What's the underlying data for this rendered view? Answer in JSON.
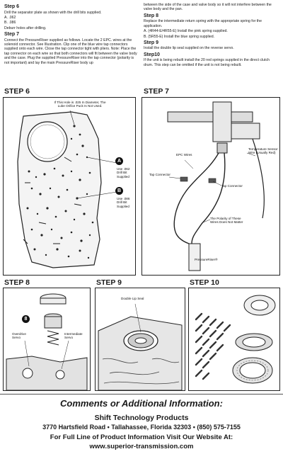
{
  "instructions": {
    "step6": {
      "heading": "Step 6",
      "text": "Drill the separator plate as shown with the drill bits supplied.",
      "options": [
        "A. .062",
        "B. .086"
      ],
      "note": "Deburr holes after drilling."
    },
    "step7": {
      "heading": "Step 7",
      "text": "Connect the PressureRiser supplied as follows. Locate the 2 EPC. wires at the solenoid connector. See Illustration. Clip one of the blue wire tap connectors supplied onto each wire. Close the tap connector tight with pliers. Note: Place the tap connector on each wire so that both connectors will fit between the valve body and the case. Plug the supplied PressureRiser into the tap connector (polarity is not important) and lay the main PressureRiser body up"
    },
    "continued": "between the side of the case and valve body so it will not interfere between the valve body and the pan.",
    "step8": {
      "heading": "Step 8",
      "text": "Replace the intermediate return spring with the appropriate spring for the application.",
      "options": [
        "A. (4R44-E/4R55-E) Install the pink spring supplied.",
        "B. (5R55-E) Install the blue spring supplied."
      ]
    },
    "step9": {
      "heading": "Step 9",
      "text": "Install the double lip seal supplied on the reverse servo."
    },
    "step10": {
      "heading": "Step10",
      "text": "If the unit is being rebuilt install the 20 red springs supplied in the direct clutch drum. This step can be omitted if the unit is not being rebuilt."
    }
  },
  "figures": {
    "step6": {
      "title": "STEP 6",
      "top_note": "If This Hole is .025 In Diameter, The Lube Orifice Puck Is Not Used.",
      "callout_a": "A",
      "label_a": "Use .062 Drill Bit Supplied",
      "callout_b": "B",
      "label_b": "Use .086 Drill Bit Supplied"
    },
    "step7": {
      "title": "STEP 7",
      "epc_wires": "EPC Wires",
      "temp_sensor": "Temperature Sensor Wire (Usually Red)",
      "tap_connector_left": "Tap Connector",
      "tap_connector_right": "Tap Connector",
      "polarity": "The Polarity of These Wires Does Not Matter",
      "pressureriser": "PressureRiser®"
    },
    "step8": {
      "title": "STEP 8",
      "callout": "8",
      "overdrive": "Overdrive Servo",
      "intermediate": "Intermediate Servo"
    },
    "step9": {
      "title": "STEP 9",
      "seal": "Double Lip Seal"
    },
    "step10": {
      "title": "STEP 10"
    }
  },
  "footer": {
    "title": "Comments or Additional Information:",
    "company": "Shift Technology Products",
    "address": "3770 Hartsfield Road • Tallahassee, Florida 32303 • (850) 575-7155",
    "visit": "For Full Line of Product Information Visit Our Website At:",
    "website": "www.superior-transmission.com"
  }
}
